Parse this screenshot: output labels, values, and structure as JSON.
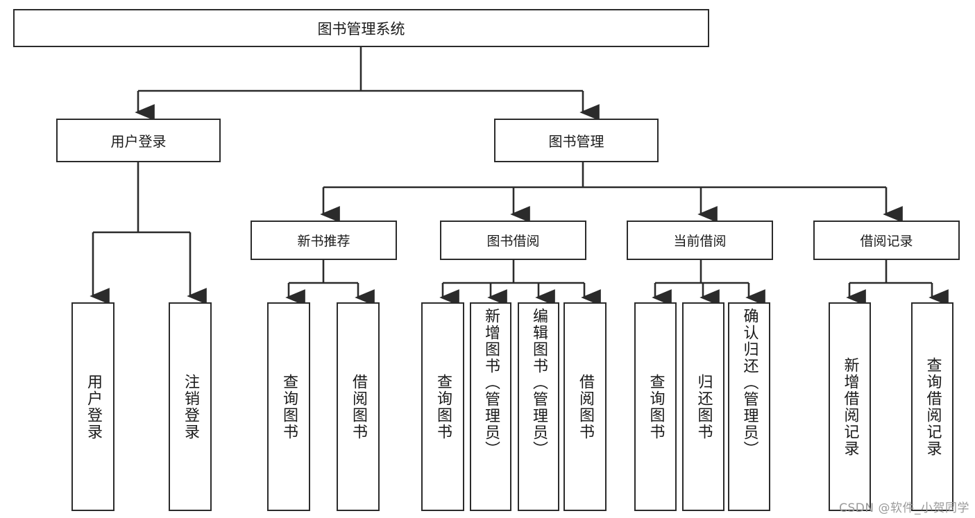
{
  "diagram": {
    "title": "图书管理系统",
    "type": "tree",
    "root": {
      "label": "图书管理系统"
    },
    "level1": [
      {
        "label": "用户登录"
      },
      {
        "label": "图书管理"
      }
    ],
    "level2": [
      {
        "label": "新书推荐"
      },
      {
        "label": "图书借阅"
      },
      {
        "label": "当前借阅"
      },
      {
        "label": "借阅记录"
      }
    ],
    "leaves_user_login": [
      {
        "label": "用户登录"
      },
      {
        "label": "注销登录"
      }
    ],
    "leaves_new_book": [
      {
        "label": "查询图书"
      },
      {
        "label": "借阅图书"
      }
    ],
    "leaves_borrow": [
      {
        "label": "查询图书"
      },
      {
        "label": "新增图书（管理员）"
      },
      {
        "label": "编辑图书（管理员）"
      },
      {
        "label": "借阅图书"
      }
    ],
    "leaves_current": [
      {
        "label": "查询图书"
      },
      {
        "label": "归还图书"
      },
      {
        "label": "确认归还（管理员）"
      }
    ],
    "leaves_records": [
      {
        "label": "新增借阅记录"
      },
      {
        "label": "查询借阅记录"
      }
    ]
  },
  "watermark": {
    "text": "CSDN @软件_小贺同学"
  },
  "colors": {
    "stroke": "#2b2b2b",
    "fill": "#ffffff",
    "text": "#1a1a1a",
    "watermark": "#9a9a9a"
  }
}
